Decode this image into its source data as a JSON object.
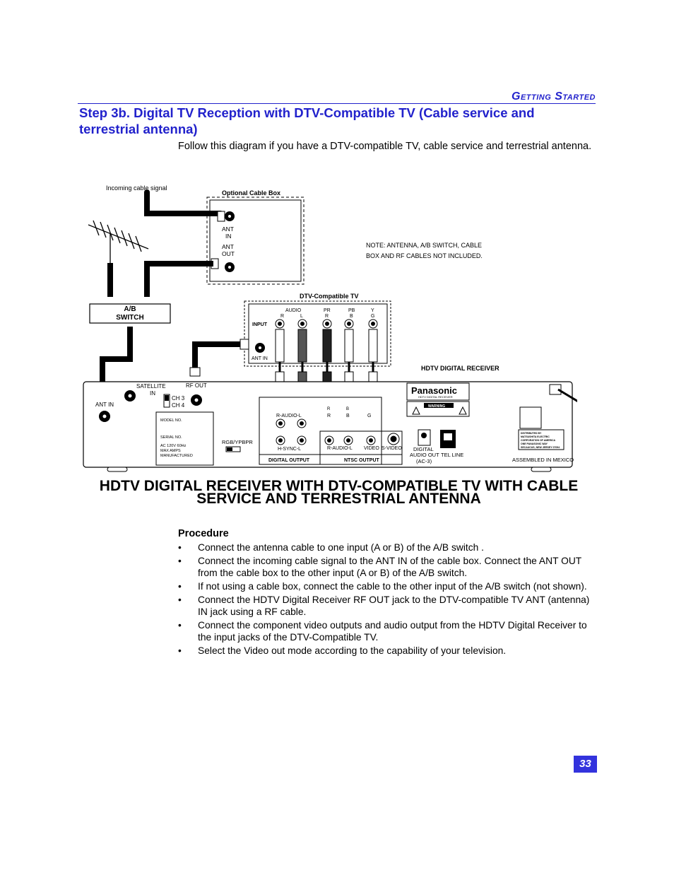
{
  "header": {
    "section": "Getting Started"
  },
  "step_title": "Step 3b. Digital TV Reception with DTV-Compatible TV (Cable service and terrestrial antenna)",
  "intro": "Follow this diagram if you have a DTV-compatible TV, cable service and terrestrial antenna.",
  "diagram": {
    "incoming_cable": "Incoming cable signal",
    "cable_box_title": "Optional Cable Box",
    "ant": "ANT",
    "in": "IN",
    "out": "OUT",
    "note_line1": "NOTE:  ANTENNA, A/B SWITCH, CABLE",
    "note_line2": "BOX AND RF CABLES NOT INCLUDED.",
    "ab_switch_1": "A/B",
    "ab_switch_2": "SWITCH",
    "tv_title": "DTV-Compatible TV",
    "audio": "AUDIO",
    "r": "R",
    "l": "L",
    "pr": "PR",
    "pb": "PB",
    "b": "B",
    "y": "Y",
    "g": "G",
    "input": "INPUT",
    "ant_in": "ANT IN",
    "receiver_title": "HDTV DIGITAL RECEIVER",
    "satellite_in_1": "SATELLITE",
    "satellite_in_2": "IN",
    "rf_out": "RF OUT",
    "ch3": "CH 3",
    "ch4": "CH 4",
    "model_no": "MODEL NO.",
    "serial_no": "SERIAL NO.",
    "ac": "AC 120V 60Hz",
    "max_amps": "MAX AMPS",
    "manufactured": "MANUFACTURED",
    "rgb_label": "RGB/YPBPR",
    "r_audio_l": "R-AUDIO-L",
    "h_sync_l": "H-SYNC-L",
    "video": "VIDEO",
    "s_video": "S-VIDEO",
    "digital_output": "DIGITAL OUTPUT",
    "ntsc_output": "NTSC OUTPUT",
    "digital_audio_1": "DIGITAL",
    "digital_audio_2": "AUDIO OUT",
    "digital_audio_3": "(AC-3)",
    "tel_line": "TEL LINE",
    "brand": "Panasonic",
    "brand_sub": "HDTV DIGITAL RECEIVER",
    "warning": "WARNING",
    "assembled": "ASSEMBLED IN MEXICO",
    "dist_1": "DISTRIBUTED BY",
    "dist_2": "MATSUSHITA ELECTRIC",
    "dist_3": "CORPORATION OF AMERICA",
    "dist_4": "ONE PANASONIC WAY",
    "dist_5": "SECAUCUS, NEW JERSEY 07094"
  },
  "big_title_line1": "HDTV DIGITAL RECEIVER WITH DTV-COMPATIBLE TV WITH CABLE",
  "big_title_line2": "SERVICE AND TERRESTRIAL ANTENNA",
  "procedure": {
    "heading": "Procedure",
    "items": [
      "Connect the antenna cable to one input (A or B) of the A/B switch .",
      "Connect the incoming cable signal to the ANT IN of the cable box. Connect the ANT OUT from the cable box to the other input (A or B) of the A/B switch.",
      "If not using a cable box, connect the cable to the other input of the A/B switch (not shown).",
      "Connect the HDTV Digital Receiver RF OUT jack to the DTV-compatible TV ANT (antenna) IN jack using a RF cable.",
      "Connect the component video outputs and audio output from the HDTV Digital Receiver to the input jacks of the DTV-Compatible TV.",
      "Select the Video out mode according to the capability of your television."
    ]
  },
  "page_number": "33"
}
